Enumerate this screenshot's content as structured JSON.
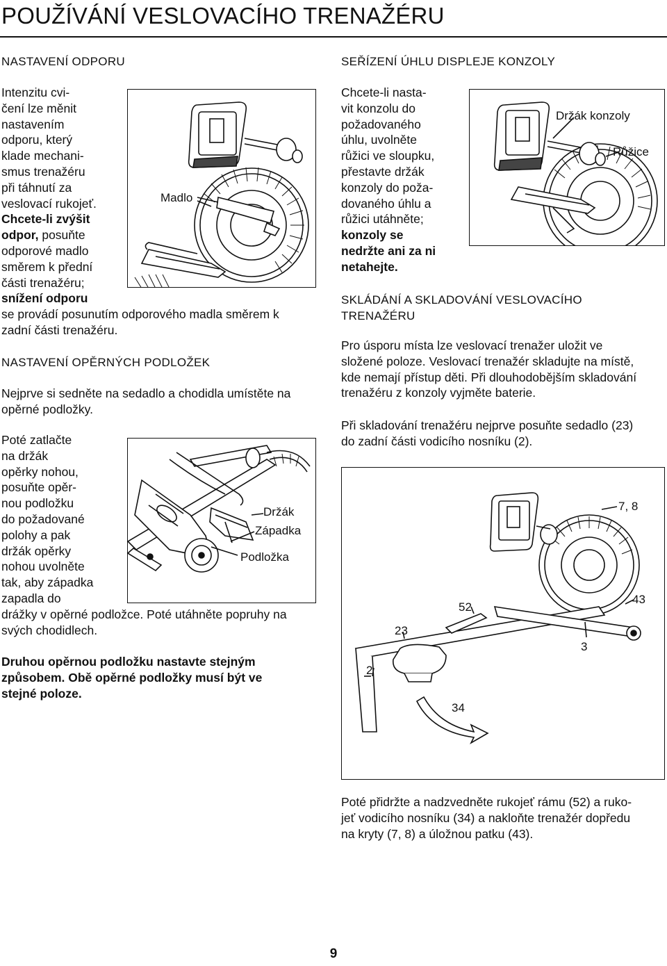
{
  "title": "POUŽÍVÁNÍ VESLOVACÍHO TRENAŽÉRU",
  "page_number": "9",
  "resistance": {
    "heading": "NASTAVENÍ ODPORU",
    "p_a": "Intenzitu cvi-\nčení lze měnit\nnastavením\nodporu, který\nklade mechani-\nsmus trenažéru\npři táhnutí za\nveslovací rukojeť.",
    "p_b": "Chcete-li zvýšit\nodpor,",
    "p_c": " posuňte",
    "p_d": "odporové madlo\nsměrem k přední\nčásti trenažéru;",
    "p_e": "snížení odporu",
    "p_f": "se provádí posunutím odporového madla směrem k\nzadní části trenažéru.",
    "label_madlo": "Madlo"
  },
  "footpads": {
    "heading": "NASTAVENÍ OPĚRNÝCH PODLOŽEK",
    "p1": "Nejprve si sedněte na sedadlo a chodidla umístěte na\nopěrné podložky.",
    "p2a": "Poté zatlačte\nna držák\nopěrky nohou,\nposuňte opěr-\nnou podložku\ndo požadované\npolohy a pak\ndržák opěrky\nnohou uvolněte\ntak, aby západka\nzapadla do",
    "p2b": "drážky v opěrné podložce. Poté utáhněte popruhy na\nsvých chodidlech.",
    "p3": "Druhou opěrnou podložku nastavte stejným\nzpůsobem. Obě opěrné podložky musí být ve\nstejné poloze.",
    "label_drzak": "Držák",
    "label_zapadka": "Západka",
    "label_podlozka": "Podložka"
  },
  "console": {
    "heading": "SEŘÍZENÍ ÚHLU DISPLEJE KONZOLY",
    "p_a": "Chcete-li nasta-\nvit konzolu do\npožadovaného\núhlu, uvolněte\nrůžici ve sloupku,\npřestavte držák\nkonzoly do poža-\ndovaného úhlu a\nrůžici utáhněte;",
    "p_b": "konzoly se\nnedržte ani za ni\nnetahejte.",
    "label_drzak_konzoly": "Držák konzoly",
    "label_ruzice": "Růžice"
  },
  "storage": {
    "heading": "SKLÁDÁNÍ A SKLADOVÁNÍ VESLOVACÍHO\nTRENAŽÉRU",
    "p1": "Pro úsporu místa lze veslovací trenažer uložit ve\nsložené poloze. Veslovací trenažér skladujte na místě,\nkde nemají přístup děti. Při dlouhodobějším skladování\ntrenažéru z konzoly vyjměte baterie.",
    "p2": "Při skladování trenažéru nejprve posuňte sedadlo (23)\ndo zadní části vodicího nosníku (2).",
    "p3": "Poté přidržte a nadzvedněte rukojeť rámu (52) a ruko-\njeť vodicího nosníku (34) a nakloňte trenažér dopředu\nna kryty (7, 8) a úložnou patku (43).",
    "callouts": {
      "c78": "7, 8",
      "c43": "43",
      "c52": "52",
      "c23": "23",
      "c3": "3",
      "c2": "2",
      "c34": "34"
    }
  }
}
